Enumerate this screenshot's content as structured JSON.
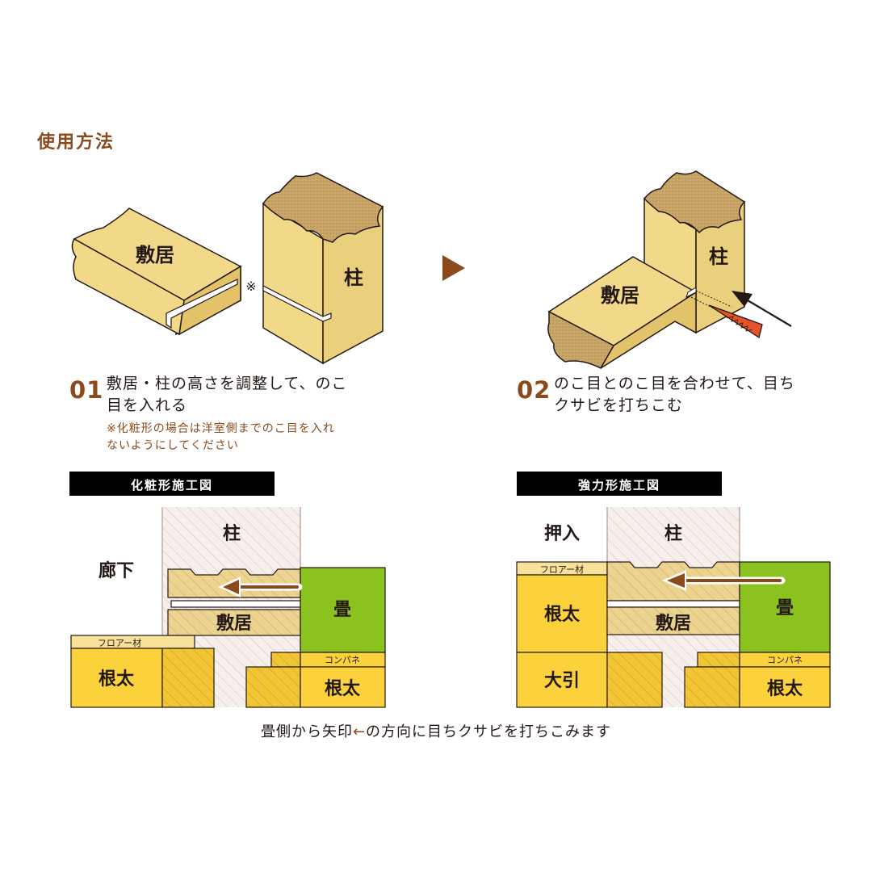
{
  "title": "使用方法",
  "colors": {
    "accent_brown": "#8b4a1c",
    "wood": "#f2d98a",
    "wood_end": "#c8a467",
    "outline": "#231815",
    "root_yellow": "#fcd23c",
    "tatami_green": "#8cc220",
    "saw_orange": "#e8542a",
    "label_black": "#000000",
    "hatch_pink": "#f4ece8"
  },
  "illustration1": {
    "sill_label": "敷居",
    "pillar_label": "柱",
    "mark": "※"
  },
  "illustration2": {
    "sill_label": "敷居",
    "pillar_label": "柱"
  },
  "steps": [
    {
      "number": "01",
      "line1": "敷居・柱の高さを調整して、のこ",
      "line2": "目を入れる",
      "note1": "※化粧形の場合は洋室側までのこ目を入れ",
      "note2": "ないようにしてください"
    },
    {
      "number": "02",
      "line1": "のこ目とのこ目を合わせて、目ち",
      "line2": "クサビを打ちこむ"
    }
  ],
  "diagrams": [
    {
      "header": "化粧形施工図",
      "pillar": "柱",
      "corridor": "廊下",
      "sill": "敷居",
      "tatami": "畳",
      "floor_material": "フロアー材",
      "joist_left": "根太",
      "panel": "コンパネ",
      "joist_right": "根太"
    },
    {
      "header": "強力形施工図",
      "closet": "押入",
      "pillar": "柱",
      "floor_material": "フロアー材",
      "joist_left": "根太",
      "sill": "敷居",
      "tatami": "畳",
      "beam": "大引",
      "panel": "コンパネ",
      "joist_right": "根太"
    }
  ],
  "caption": {
    "before": "畳側から矢印",
    "arrow": "←",
    "after": "の方向に目ちクサビを打ちこみます"
  }
}
